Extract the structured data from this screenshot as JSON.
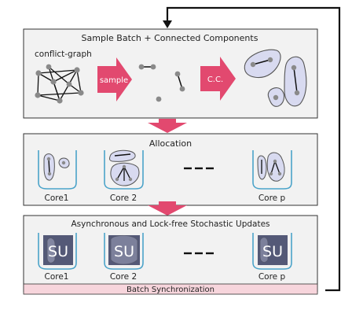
{
  "panel1": {
    "title": "Sample Batch + Connected Components",
    "graph_label": "conflict-graph",
    "arrow_sample": "sample",
    "arrow_cc": "C.C."
  },
  "panel2": {
    "title": "Allocation",
    "core_labels": [
      "Core1",
      "Core 2",
      "Core p"
    ]
  },
  "panel3": {
    "title": "Asynchronous and Lock-free Stochastic Updates",
    "su_label": "SU",
    "core_labels": [
      "Core1",
      "Core 2",
      "Core p"
    ],
    "footer": "Batch Synchronization"
  },
  "colors": {
    "panel_fill": "#f2f2f2",
    "blob_fill": "#d8daf0",
    "blob_stroke": "#555555",
    "node": "#8a8a8a",
    "pink_arrow": "#e2496f",
    "cup_stroke": "#4aa3c9",
    "su_box": "#474c6c",
    "footer_fill": "#f7d5dc"
  }
}
